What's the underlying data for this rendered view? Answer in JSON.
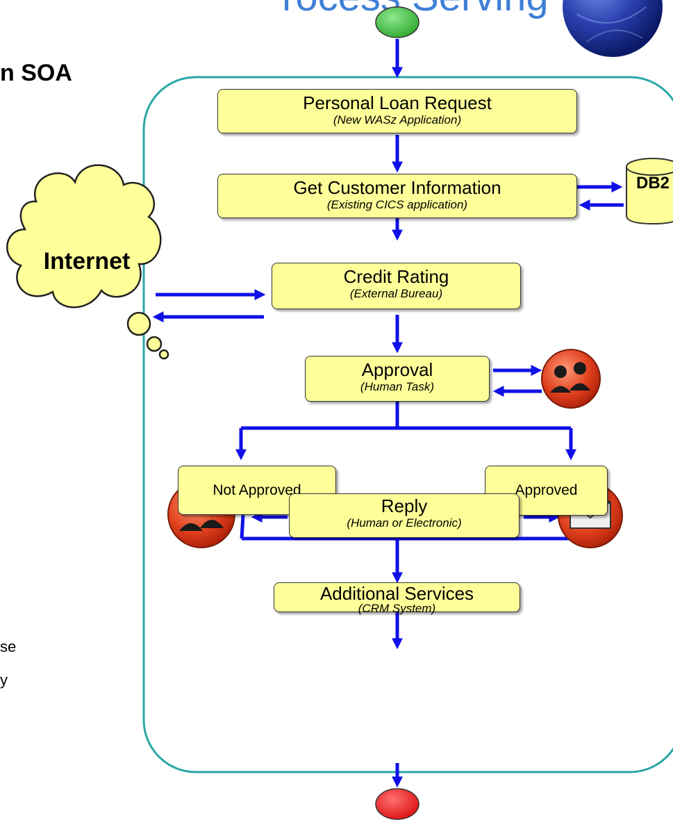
{
  "header": {
    "title_fragment": "rocess Serving",
    "subtitle_fragment": "n SOA"
  },
  "left_fragments": [
    "se",
    "y"
  ],
  "nodes": {
    "loan_request": {
      "title": "Personal Loan Request",
      "subtitle": "(New WASz Application)"
    },
    "customer_info": {
      "title": "Get Customer Information",
      "subtitle": "(Existing CICS application)"
    },
    "credit_rating": {
      "title": "Credit Rating",
      "subtitle": "(External Bureau)"
    },
    "approval": {
      "title": "Approval",
      "subtitle": "(Human Task)"
    },
    "not_approved": {
      "title": "Not Approved"
    },
    "approved": {
      "title": "Approved"
    },
    "additional_services": {
      "title": "Additional Services",
      "subtitle": "(CRM System)"
    },
    "reply": {
      "title": "Reply",
      "subtitle": "(Human or Electronic)"
    }
  },
  "internet_label": "Internet",
  "database_label": "DB2",
  "icons": [
    "globe-icon",
    "people-icon",
    "envelope-icon",
    "start-node",
    "end-node"
  ],
  "colors": {
    "arrow": "#1010e8",
    "box_fill": "#ffff99",
    "process_border": "#2aa6a6",
    "start": "#3fbf3f",
    "end": "#ee2222",
    "title": "#3f7fd6"
  }
}
